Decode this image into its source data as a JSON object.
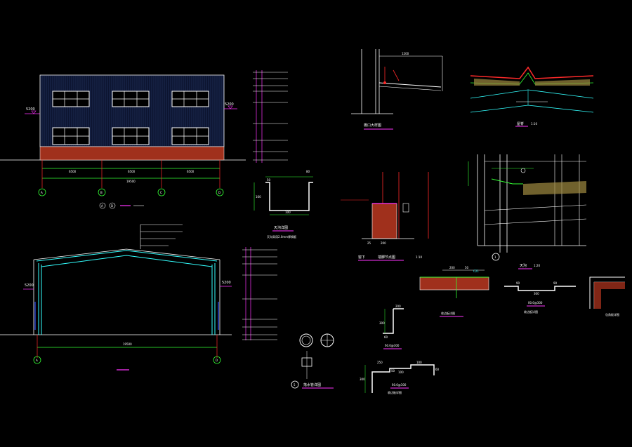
{
  "colors": {
    "background": "#000000",
    "white": "#ffffff",
    "grid_red": "#ff2a2a",
    "green": "#33ff33",
    "cyan": "#33ffff",
    "magenta": "#ff33ff",
    "yellow": "#ffff33",
    "blue": "#3355ff",
    "brick": "#a0301c",
    "facade": "#0c1430"
  },
  "elevation": {
    "axes": [
      "A",
      "B",
      "C",
      "D"
    ],
    "bay_dims": [
      "6500",
      "6500",
      "6500"
    ],
    "total_dim": "19500",
    "left_level": "5200",
    "right_level": "5200",
    "title_badges": [
      "A",
      "D"
    ]
  },
  "section": {
    "axes": [
      "A",
      "D"
    ],
    "total_dim": "19500",
    "left_level": "5200",
    "right_level": "5200"
  },
  "gutter_detail": {
    "dims": [
      "50",
      "160",
      "100",
      "80"
    ],
    "caption_1": "天沟详图",
    "caption_2": "天沟采用2.0mm厚钢板"
  },
  "eave_detail": {
    "dim": "1200",
    "caption": "檐口大样图"
  },
  "ridge_detail": {
    "caption": "屋脊",
    "scale": "1:10"
  },
  "wall_base_detail": {
    "dims": [
      "25",
      "200"
    ],
    "caption_1": "窗下",
    "caption_2": "墙脚节点图",
    "scale": "1:10"
  },
  "gable_detail": {
    "caption": "天沟",
    "scale": "1:20",
    "badge": "1"
  },
  "downpipe_detail": {
    "badge": "5",
    "caption": "落水管详图"
  },
  "flashing_detail": {
    "dims": [
      "200",
      "50"
    ],
    "caption": "收边板详图",
    "label": "C21"
  },
  "zbar_detail": {
    "dims": [
      "300",
      "90",
      "90"
    ],
    "caption_1": "δ0.6@300",
    "caption_2": "收边板详图"
  },
  "angle_detail": {
    "caption": "包角板详图"
  },
  "step_detail_1": {
    "dims": [
      "200",
      "300",
      "60"
    ],
    "caption": "δ0.6@300"
  },
  "step_detail_2": {
    "dims": [
      "250",
      "300",
      "50",
      "100",
      "100",
      "60"
    ],
    "caption_1": "δ0.6@300",
    "caption_2": "收边板详图"
  }
}
